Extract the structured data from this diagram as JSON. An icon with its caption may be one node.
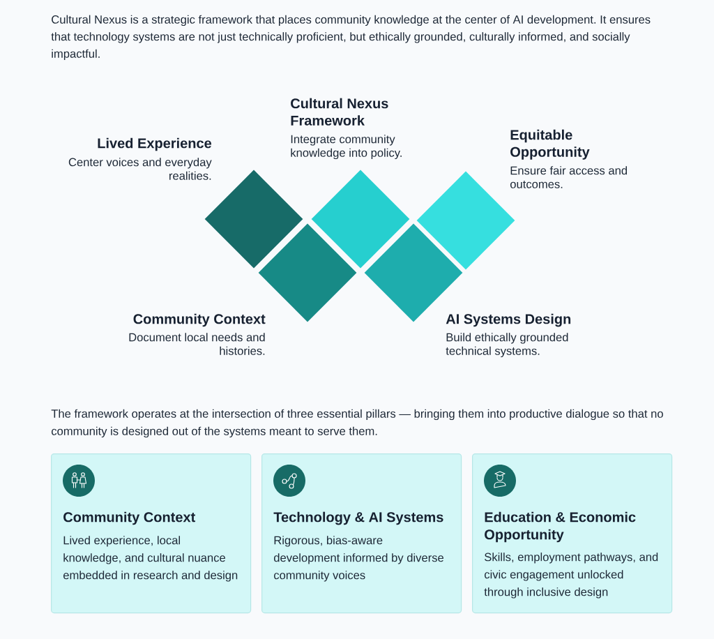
{
  "diagram": {
    "nodes": [
      {
        "text": [
          "Lived Experience",
          "Center voices and everyday realities."
        ]
      },
      {
        "text": [
          "Community Context",
          "Document local needs and histories."
        ]
      },
      {
        "text": [
          "Cultural Nexus Framework",
          "Integrate community knowledge into policy."
        ]
      },
      {
        "text": [
          "AI Systems Design",
          "Build ethically grounded technical systems."
        ]
      },
      {
        "text": [
          "Equitable Opportunity",
          "Ensure fair access and outcomes."
        ]
      },
      {
        "text": [
          "Community Context",
          "Lived experience, local knowledge, and cultural nuance embedded in research and design"
        ]
      },
      {
        "text": [
          "Technology & AI Systems",
          "Rigorous, bias-aware development informed by diverse community voices"
        ]
      },
      {
        "text": [
          "Education & Economic Opportunity",
          "Skills, employment pathways, and civic engagement unlocked through inclusive design"
        ]
      }
    ],
    "labels": [
      "Cultural Nexus is a strategic framework that places community knowledge at the center of AI development. It ensures that technology systems are not just technically proficient, but ethically grounded, culturally informed, and socially impactful.",
      "The framework operates at the intersection of three essential pillars — bringing them into productive dialogue so that no community is designed out of the systems meant to serve them."
    ]
  }
}
